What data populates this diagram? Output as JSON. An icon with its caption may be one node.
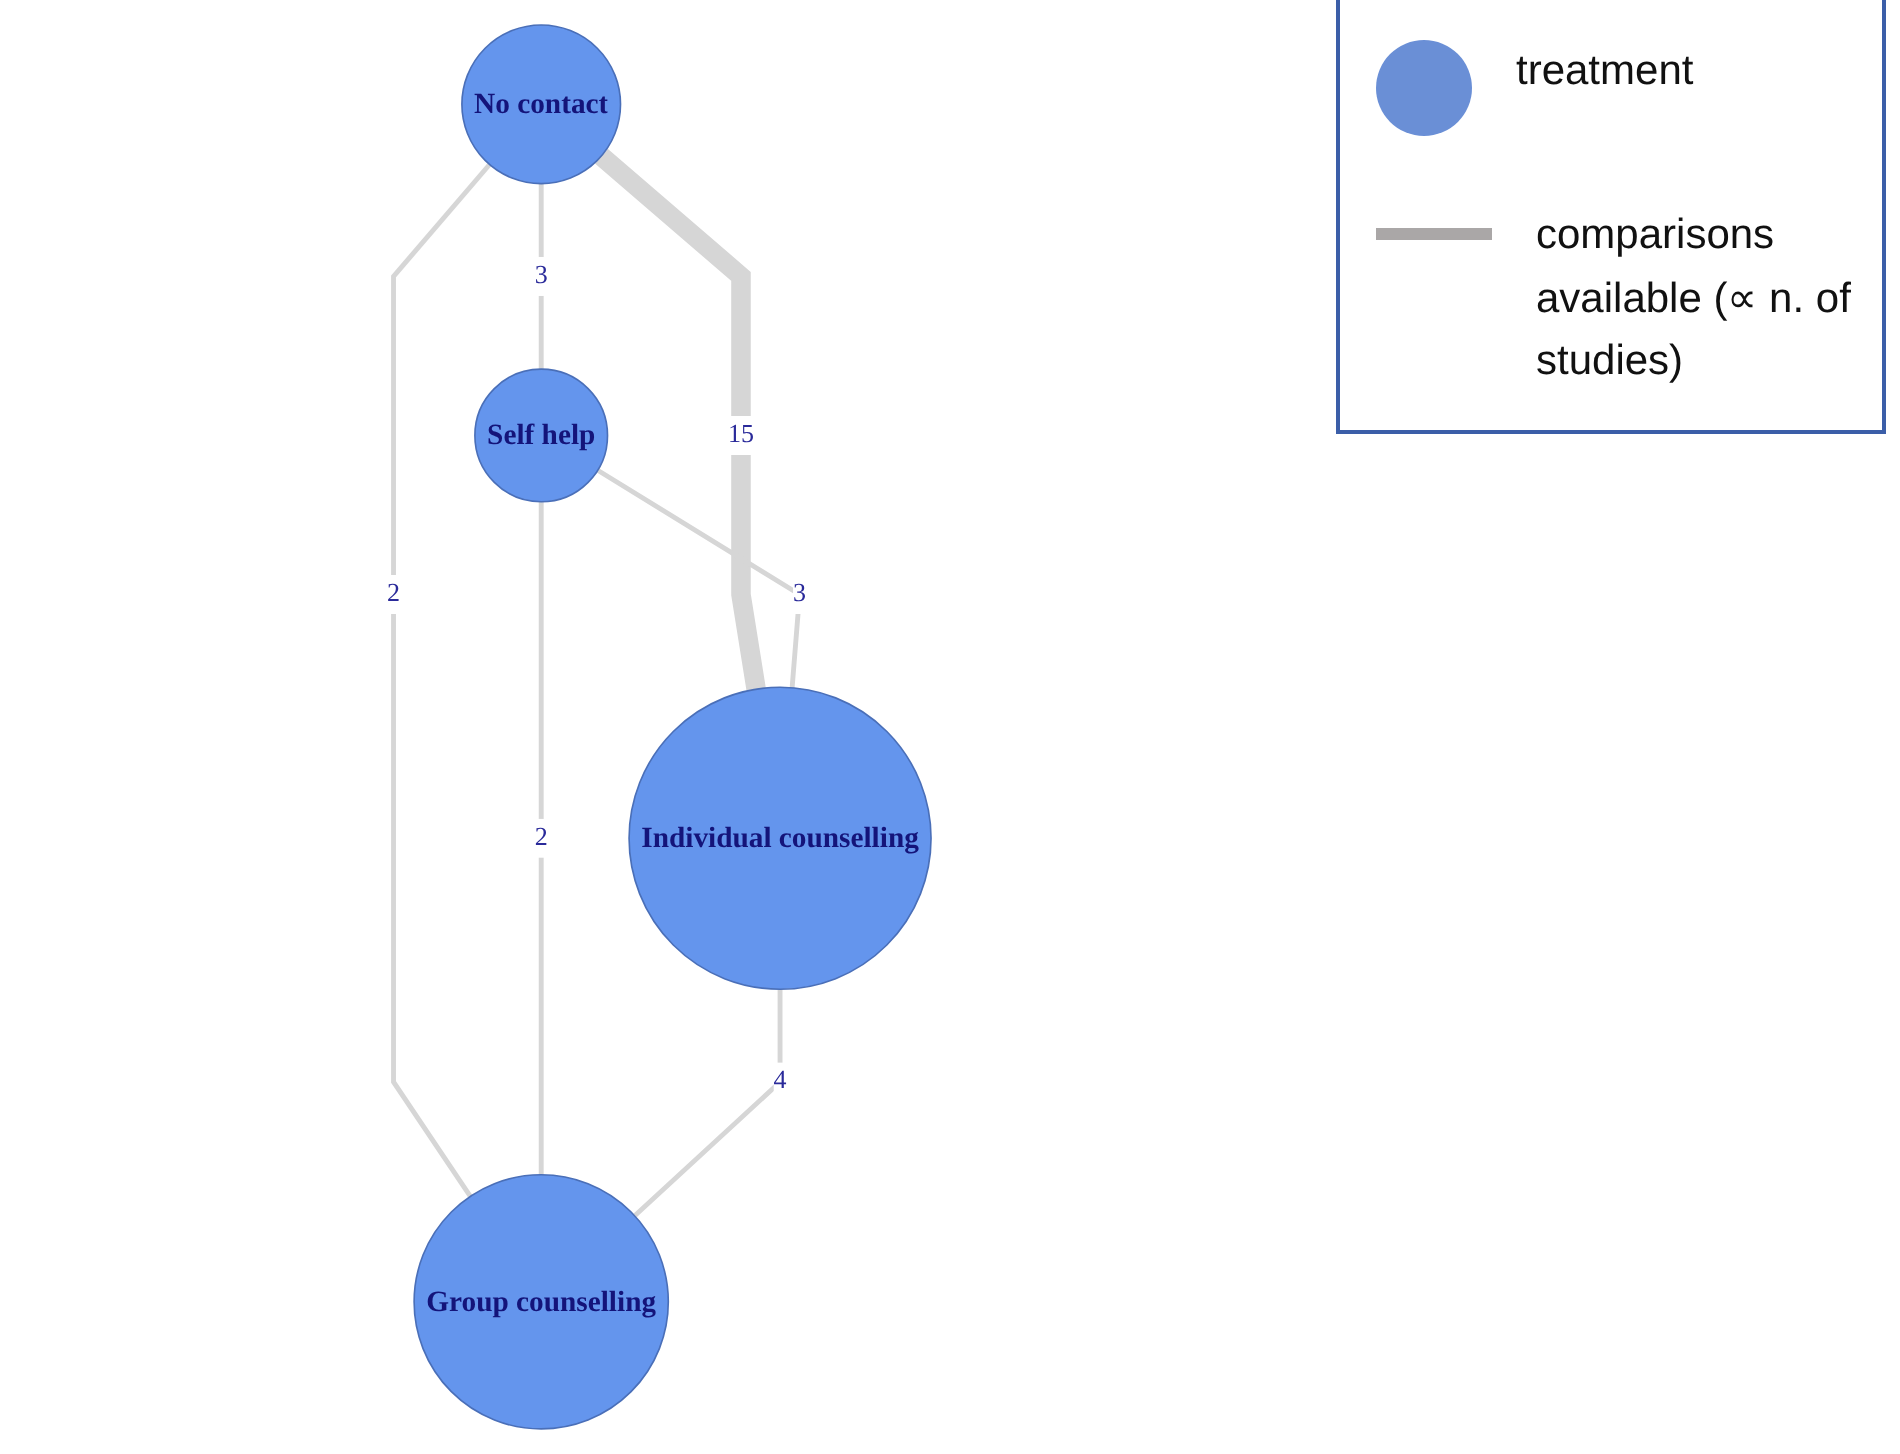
{
  "diagram": {
    "nodes": [
      {
        "text": [
          "No contact"
        ]
      },
      {
        "text": [
          "Self help"
        ]
      },
      {
        "text": [
          "Individual counselling"
        ]
      },
      {
        "text": [
          "Group counselling"
        ]
      }
    ],
    "edges": [
      {
        "from": 0,
        "to": 1,
        "arrow": "none",
        "label": "3"
      },
      {
        "from": 0,
        "to": 3,
        "arrow": "none",
        "label": "2"
      },
      {
        "from": 0,
        "to": 2,
        "arrow": "none",
        "label": "15",
        "style": "thick"
      },
      {
        "from": 1,
        "to": 2,
        "arrow": "none",
        "label": "3"
      },
      {
        "from": 1,
        "to": 3,
        "arrow": "none",
        "label": "2"
      },
      {
        "from": 2,
        "to": 3,
        "arrow": "none",
        "label": "4"
      }
    ],
    "legend": [
      {
        "text": "treatment",
        "color": "#6a8fd6"
      },
      {
        "text": "comparisons available (∝ n. of studies)"
      }
    ]
  }
}
